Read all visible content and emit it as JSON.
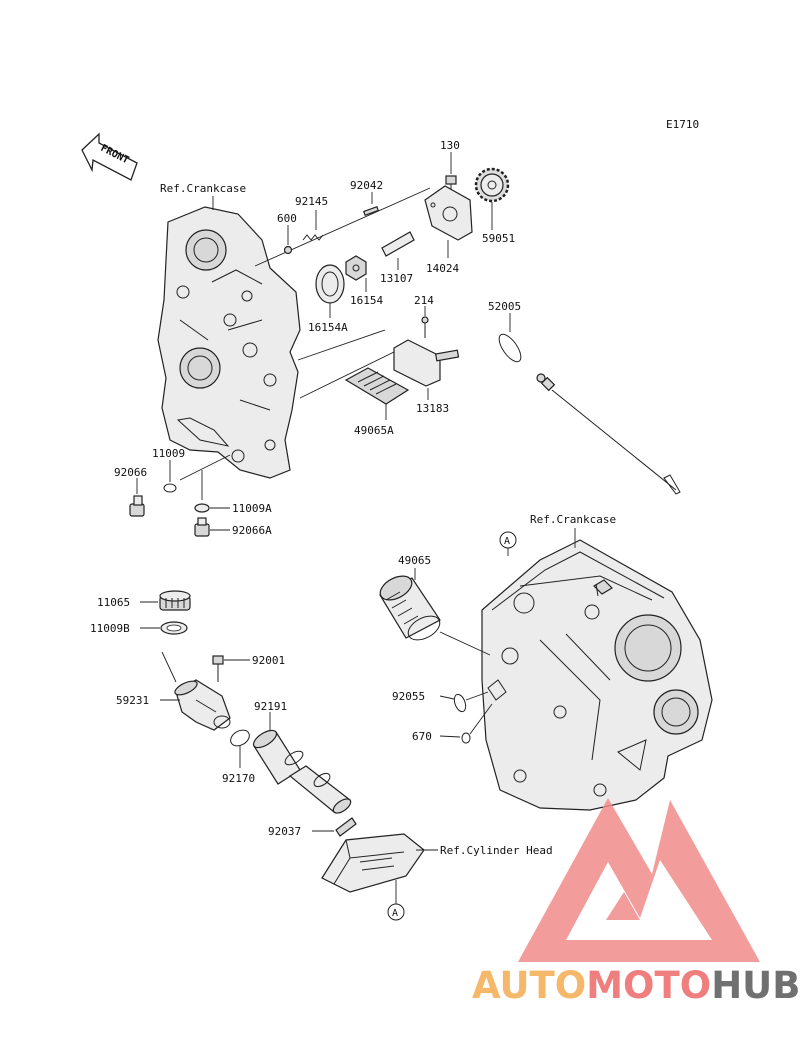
{
  "diagram_code": "E1710",
  "front_arrow": "FRONT",
  "ref_labels": {
    "crankcase_top": "Ref.Crankcase",
    "crankcase_right": "Ref.Crankcase",
    "cylinder_head": "Ref.Cylinder Head"
  },
  "circle_markers": [
    "A",
    "A"
  ],
  "parts": {
    "p130": "130",
    "p92042": "92042",
    "p92145": "92145",
    "p600": "600",
    "p59051": "59051",
    "p14024": "14024",
    "p13107": "13107",
    "p16154": "16154",
    "p16154A": "16154A",
    "p214": "214",
    "p52005": "52005",
    "p13183": "13183",
    "p49065A": "49065A",
    "p11009": "11009",
    "p92066": "92066",
    "p11009A": "11009A",
    "p92066A": "92066A",
    "p49065": "49065",
    "p11065": "11065",
    "p11009B": "11009B",
    "p92001": "92001",
    "p59231": "59231",
    "p92191": "92191",
    "p92170": "92170",
    "p92055": "92055",
    "p670": "670",
    "p92037": "92037"
  },
  "watermark": {
    "part1": "AUTO",
    "part2": "MOTO",
    "part3": "HUB",
    "colors": {
      "auto": "#f5b86a",
      "moto": "#ef7f7f",
      "hub": "#707070",
      "logo": "#f28b8b"
    }
  }
}
